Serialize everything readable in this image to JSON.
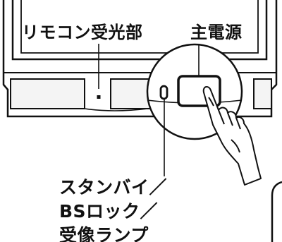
{
  "labels": {
    "remote_sensor": "リモコン受光部",
    "main_power": "主電源",
    "status_lamp_lines": [
      "スタンバイ／",
      "BSロック／",
      "受像ランプ"
    ]
  },
  "colors": {
    "line": "#111111",
    "panel_fill": "#f4f4f4",
    "screen_fill": "#ffffff"
  }
}
